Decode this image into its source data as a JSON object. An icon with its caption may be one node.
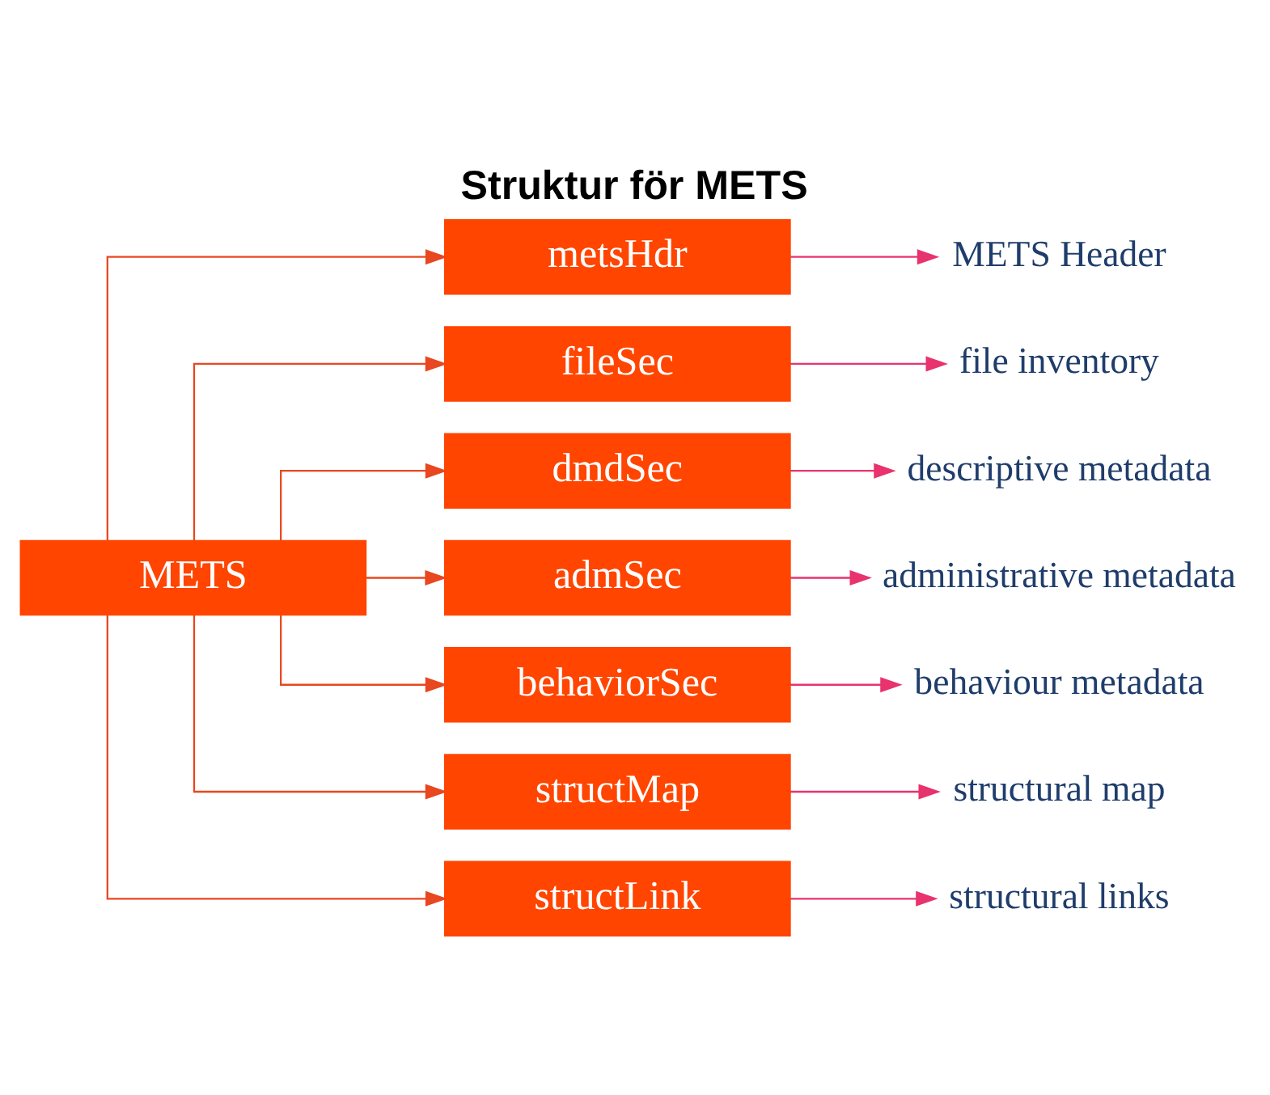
{
  "diagram": {
    "title": "Struktur för METS",
    "nodes": [
      {
        "text": [
          "METS"
        ]
      },
      {
        "text": [
          "metsHdr"
        ]
      },
      {
        "text": [
          "METS Header"
        ]
      },
      {
        "text": [
          "fileSec"
        ]
      },
      {
        "text": [
          "file inventory"
        ]
      },
      {
        "text": [
          "dmdSec"
        ]
      },
      {
        "text": [
          "descriptive metadata"
        ]
      },
      {
        "text": [
          "admSec"
        ]
      },
      {
        "text": [
          "administrative metadata"
        ]
      },
      {
        "text": [
          "behaviorSec"
        ]
      },
      {
        "text": [
          "behaviour metadata"
        ]
      },
      {
        "text": [
          "structMap"
        ]
      },
      {
        "text": [
          "structural map"
        ]
      },
      {
        "text": [
          "structLink"
        ]
      },
      {
        "text": [
          "structural links"
        ]
      }
    ],
    "edges": [
      {
        "from": 0,
        "to": 1,
        "arrow": "to"
      },
      {
        "from": 1,
        "to": 2,
        "arrow": "to",
        "color": "#e8336e"
      },
      {
        "from": 0,
        "to": 3,
        "arrow": "to"
      },
      {
        "from": 3,
        "to": 4,
        "arrow": "to",
        "color": "#e8336e"
      },
      {
        "from": 0,
        "to": 5,
        "arrow": "to"
      },
      {
        "from": 5,
        "to": 6,
        "arrow": "to",
        "color": "#e8336e"
      },
      {
        "from": 0,
        "to": 7,
        "arrow": "to"
      },
      {
        "from": 7,
        "to": 8,
        "arrow": "to",
        "color": "#e8336e"
      },
      {
        "from": 0,
        "to": 9,
        "arrow": "to"
      },
      {
        "from": 9,
        "to": 10,
        "arrow": "to",
        "color": "#e8336e"
      },
      {
        "from": 0,
        "to": 11,
        "arrow": "to"
      },
      {
        "from": 11,
        "to": 12,
        "arrow": "to",
        "color": "#e8336e"
      },
      {
        "from": 0,
        "to": 13,
        "arrow": "to"
      },
      {
        "from": 13,
        "to": 14,
        "arrow": "to",
        "color": "#e8336e"
      }
    ]
  }
}
